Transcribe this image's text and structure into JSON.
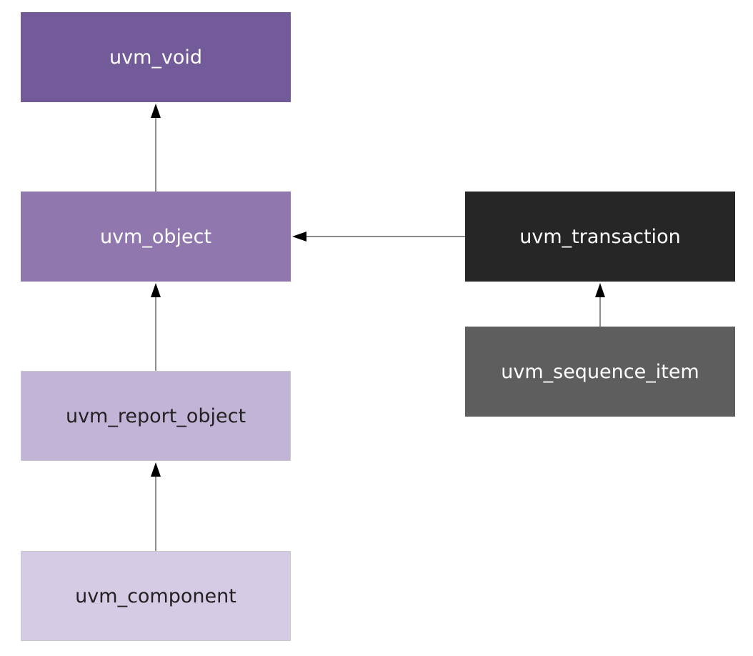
{
  "nodes": {
    "uvm_void": "uvm_void",
    "uvm_object": "uvm_object",
    "uvm_report_object": "uvm_report_object",
    "uvm_component": "uvm_component",
    "uvm_transaction": "uvm_transaction",
    "uvm_sequence_item": "uvm_sequence_item"
  },
  "edges": [
    {
      "from": "uvm_object",
      "to": "uvm_void"
    },
    {
      "from": "uvm_report_object",
      "to": "uvm_object"
    },
    {
      "from": "uvm_component",
      "to": "uvm_report_object"
    },
    {
      "from": "uvm_transaction",
      "to": "uvm_object"
    },
    {
      "from": "uvm_sequence_item",
      "to": "uvm_transaction"
    }
  ],
  "colors": {
    "uvm_void": "#735b99",
    "uvm_object": "#9077ad",
    "uvm_report_object": "#c2b4d6",
    "uvm_component": "#d5cbe4",
    "uvm_transaction": "#262626",
    "uvm_sequence_item": "#5e5e5e",
    "connector": "#000000"
  }
}
